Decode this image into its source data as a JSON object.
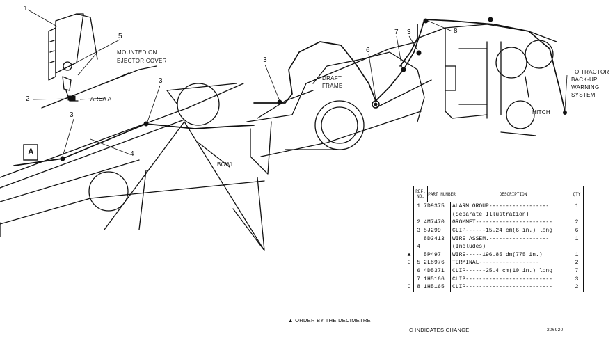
{
  "callouts": {
    "c1": "1",
    "c2": "2",
    "c3a": "3",
    "c3b": "3",
    "c3c": "3",
    "c3d": "3",
    "c4": "4",
    "c5": "5",
    "c6": "6",
    "c7": "7",
    "c8": "8",
    "cA": "A"
  },
  "labels": {
    "mounted": "MOUNTED ON",
    "ejector": "EJECTOR COVER",
    "area_a": "AREA  A",
    "draft1": "DRAFT",
    "draft2": "FRAME",
    "bowl": "BOWL",
    "hitch": "HITCH",
    "tractor1": "TO TRACTOR",
    "tractor2": "BACK-UP",
    "tractor3": "WARNING",
    "tractor4": "SYSTEM"
  },
  "table": {
    "headers": {
      "ref": "REF. NO.",
      "part": "PART NUMBER",
      "desc": "DESCRIPTION",
      "qty": "QTY"
    },
    "rows": [
      {
        "mk": "",
        "ref": "1",
        "part": "7D9375",
        "desc": "ALARM GROUP------------------",
        "qty": "1"
      },
      {
        "mk": "",
        "ref": "",
        "part": "",
        "desc": "   (Separate Illustration)",
        "qty": ""
      },
      {
        "mk": "",
        "ref": "2",
        "part": "4M7470",
        "desc": "GROMMET-----------------------",
        "qty": "2"
      },
      {
        "mk": "",
        "ref": "3",
        "part": "5J299",
        "desc": "CLIP------15.24 cm(6 in.) long",
        "qty": "6"
      },
      {
        "mk": "",
        "ref": "",
        "part": "8D3413",
        "desc": "WIRE ASSEM.------------------",
        "qty": "1"
      },
      {
        "mk": "",
        "ref": "4",
        "part": "",
        "desc": "  (Includes)",
        "qty": ""
      },
      {
        "mk": "▲",
        "ref": "",
        "part": "5P497",
        "desc": "   WIRE-----196.85 dm(775 in.)",
        "qty": "1"
      },
      {
        "mk": "C",
        "ref": "5",
        "part": "2L8976",
        "desc": "   TERMINAL------------------",
        "qty": "2"
      },
      {
        "mk": "",
        "ref": "6",
        "part": "4D5371",
        "desc": "CLIP------25.4 cm(10 in.) long",
        "qty": "7"
      },
      {
        "mk": "",
        "ref": "7",
        "part": "1H5166",
        "desc": "CLIP--------------------------",
        "qty": "3"
      },
      {
        "mk": "C",
        "ref": "8",
        "part": "1H5165",
        "desc": "CLIP--------------------------",
        "qty": "2"
      }
    ]
  },
  "footer": {
    "order": "▲ ORDER BY THE DECIMETRE",
    "change": "C INDICATES CHANGE",
    "code": "206920"
  }
}
